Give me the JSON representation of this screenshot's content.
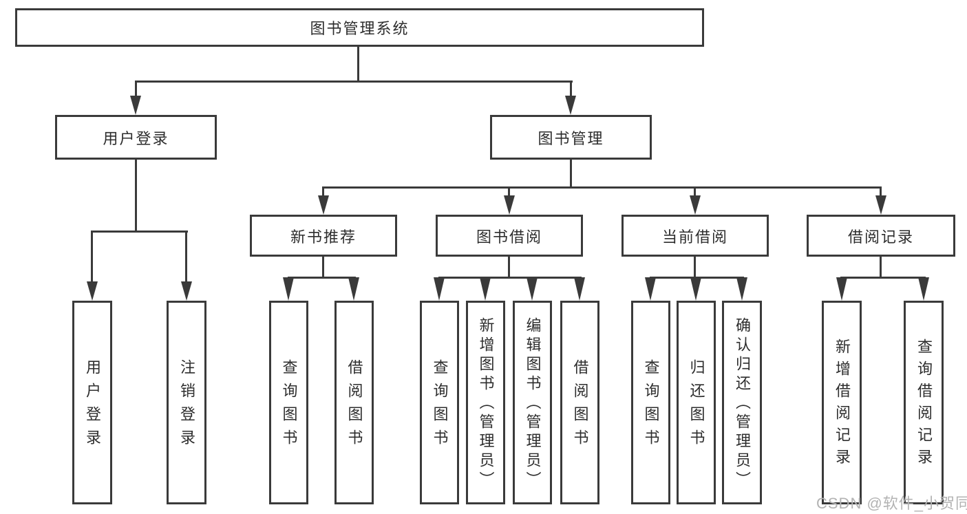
{
  "diagram": {
    "title": "图书管理系统",
    "colors": {
      "line": "#3a3a3a",
      "text": "#2d2d2d",
      "watermark": "#b3b3b3",
      "background": "#ffffff"
    },
    "tree": {
      "root": "图书管理系统",
      "level2": [
        {
          "label": "用户登录",
          "children": [
            "用户登录",
            "注销登录"
          ]
        },
        {
          "label": "图书管理"
        }
      ],
      "level3": [
        {
          "label": "新书推荐",
          "children": [
            "查询图书",
            "借阅图书"
          ]
        },
        {
          "label": "图书借阅",
          "children": [
            "查询图书",
            "新增图书（管理员）",
            "编辑图书（管理员）",
            "借阅图书"
          ]
        },
        {
          "label": "当前借阅",
          "children": [
            "查询图书",
            "归还图书",
            "确认归还（管理员）"
          ]
        },
        {
          "label": "借阅记录",
          "children": [
            "新增借阅记录",
            "查询借阅记录"
          ]
        }
      ]
    },
    "watermark": "CSDN @软件_小贺同学"
  }
}
